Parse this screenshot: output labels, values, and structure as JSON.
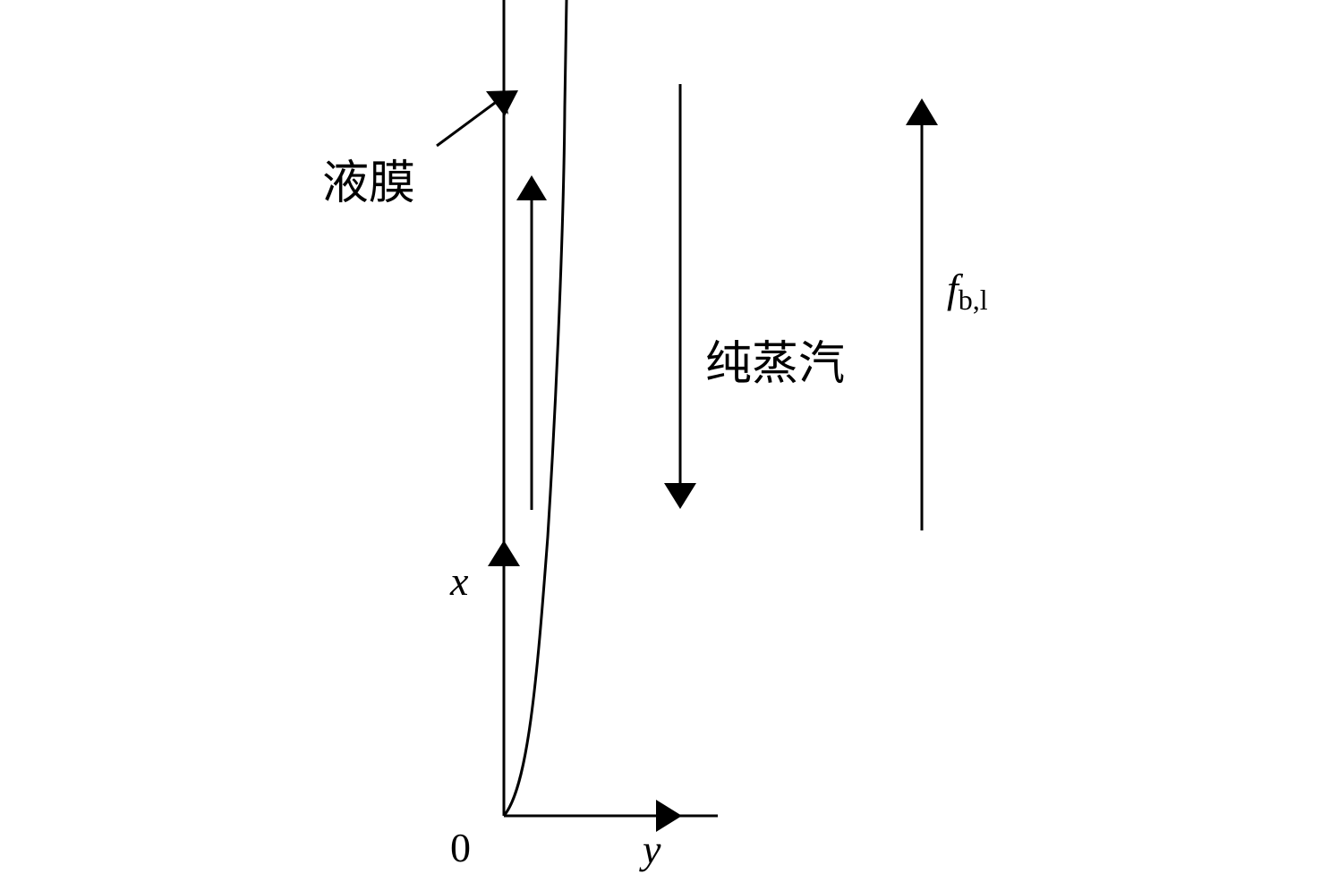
{
  "labels": {
    "liquid_film": "液膜",
    "pure_vapor": "纯蒸汽",
    "force_symbol": "f",
    "force_subscript": "b,l",
    "x_axis": "x",
    "y_axis": "y",
    "origin": "0"
  },
  "colors": {
    "stroke": "#000000",
    "background": "#ffffff"
  }
}
